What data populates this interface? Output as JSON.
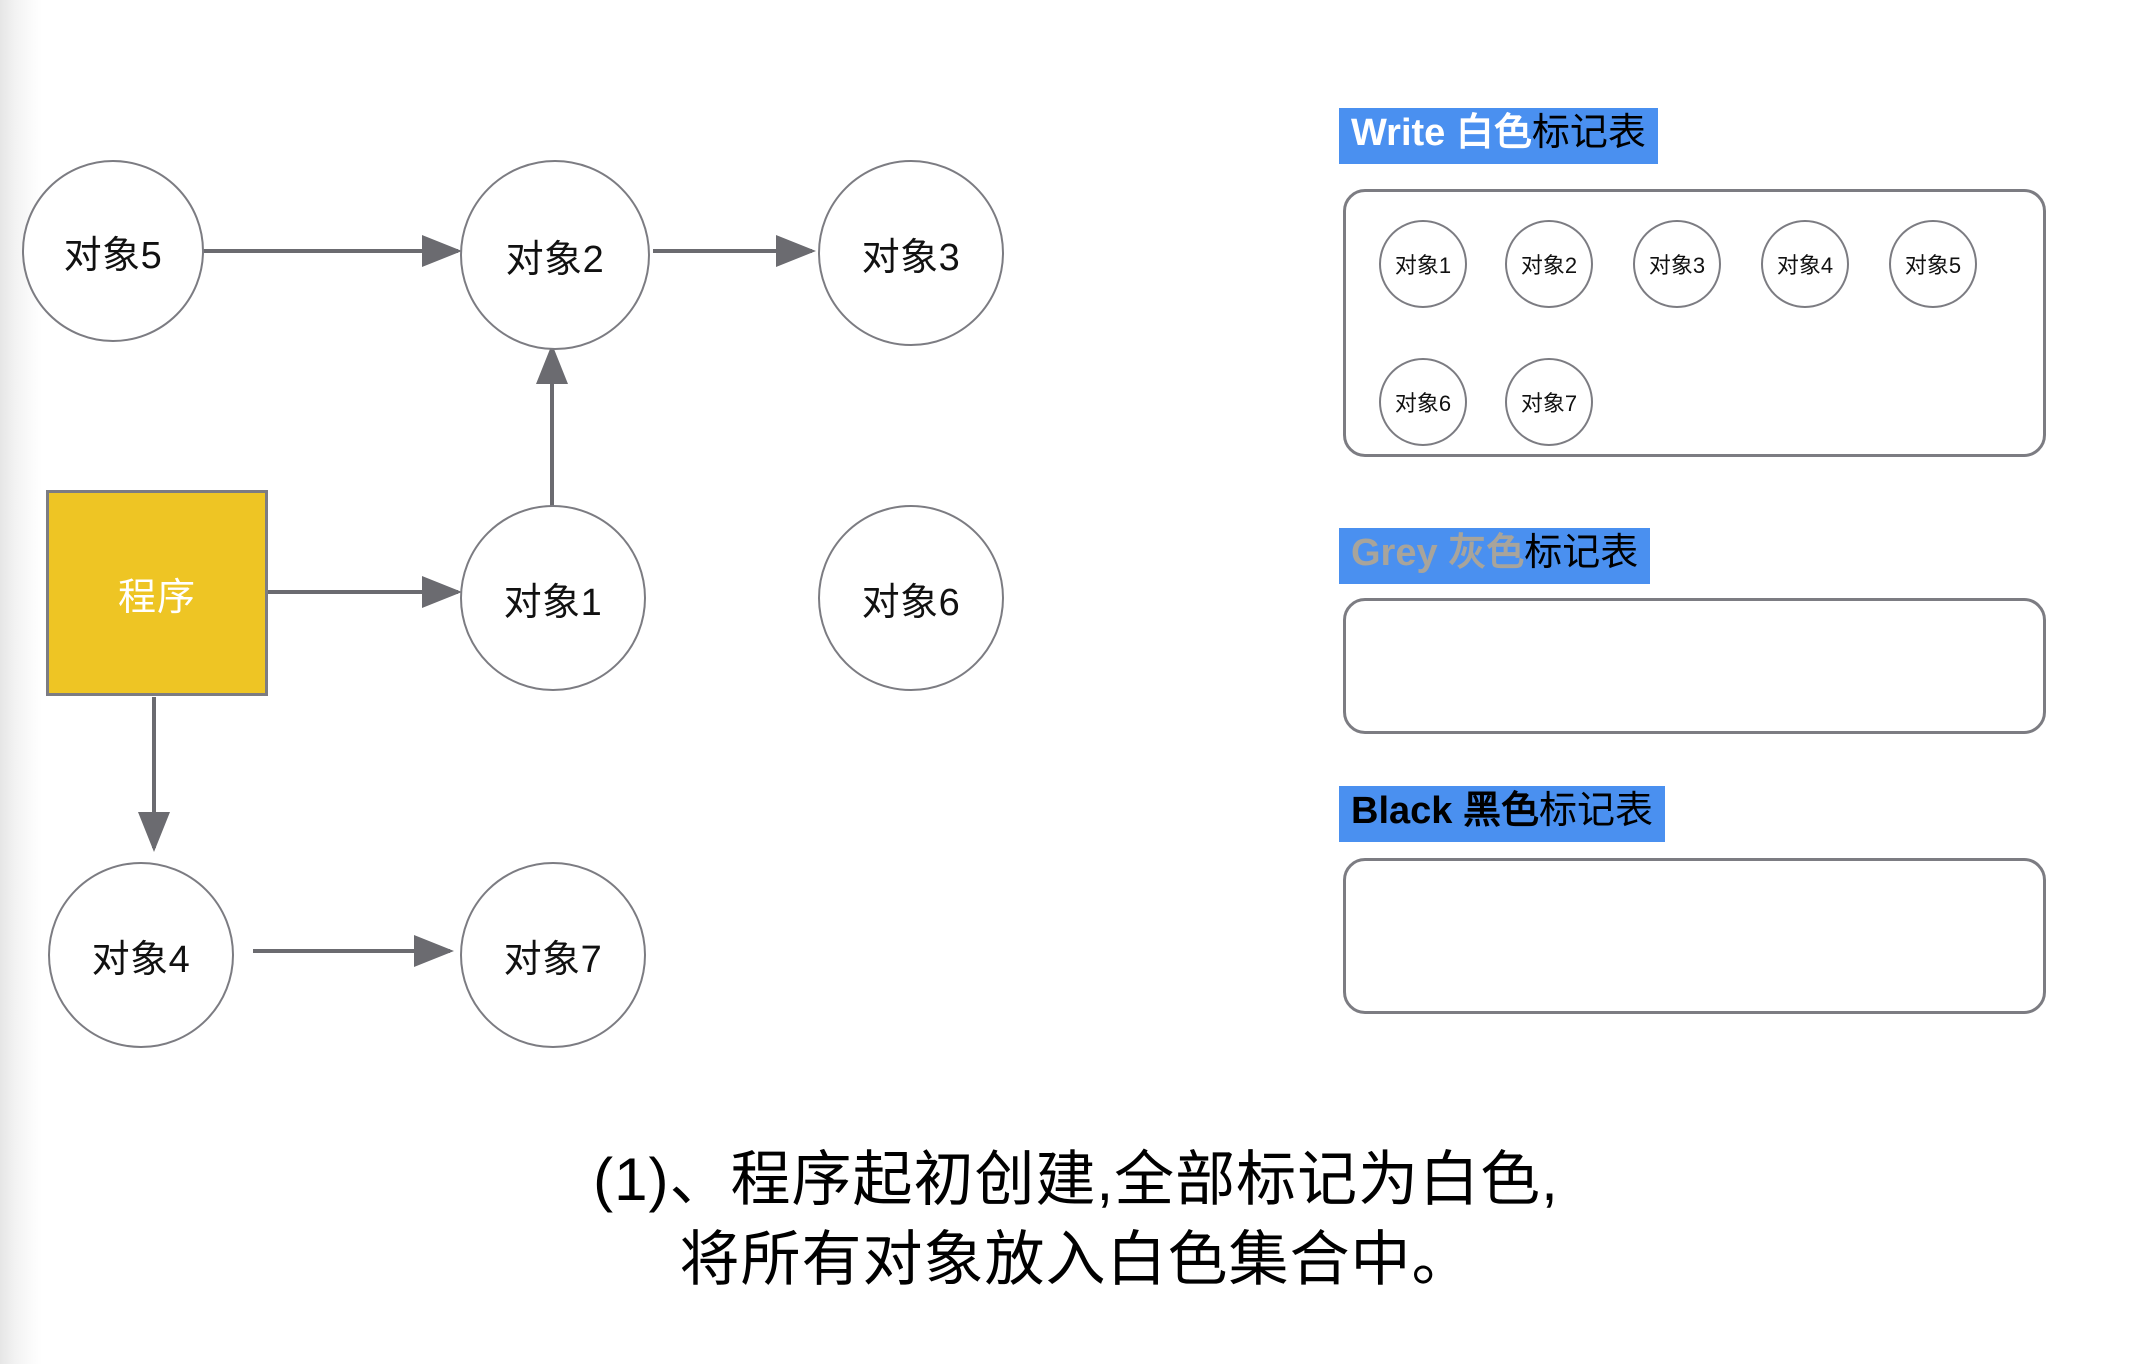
{
  "graph": {
    "program_box": {
      "label": "程序"
    },
    "nodes": [
      {
        "id": "obj5",
        "label": "对象5"
      },
      {
        "id": "obj2",
        "label": "对象2"
      },
      {
        "id": "obj3",
        "label": "对象3"
      },
      {
        "id": "obj1",
        "label": "对象1"
      },
      {
        "id": "obj6",
        "label": "对象6"
      },
      {
        "id": "obj4",
        "label": "对象4"
      },
      {
        "id": "obj7",
        "label": "对象7"
      }
    ],
    "edges": [
      {
        "from": "obj5",
        "to": "obj2"
      },
      {
        "from": "obj2",
        "to": "obj3"
      },
      {
        "from": "obj1",
        "to": "obj2"
      },
      {
        "from": "程序",
        "to": "obj1"
      },
      {
        "from": "程序",
        "to": "obj4"
      },
      {
        "from": "obj4",
        "to": "obj7"
      }
    ]
  },
  "tables": {
    "white": {
      "title_en": "Write",
      "title_color_cn": "白色",
      "title_rest_cn": "标记表",
      "items": [
        "对象1",
        "对象2",
        "对象3",
        "对象4",
        "对象5",
        "对象6",
        "对象7"
      ]
    },
    "grey": {
      "title_en": "Grey",
      "title_color_cn": "灰色",
      "title_rest_cn": "标记表",
      "items": []
    },
    "black": {
      "title_en": "Black",
      "title_color_cn": "黑色",
      "title_rest_cn": "标记表",
      "items": []
    }
  },
  "caption": {
    "line1": "(1)、程序起初创建,全部标记为白色,",
    "line2": "将所有对象放入白色集合中。"
  },
  "colors": {
    "highlight_blue": "#4a90f0",
    "program_yellow": "#eec524",
    "stroke_grey": "#7c7c82",
    "grey_text": "#a8a49b"
  }
}
